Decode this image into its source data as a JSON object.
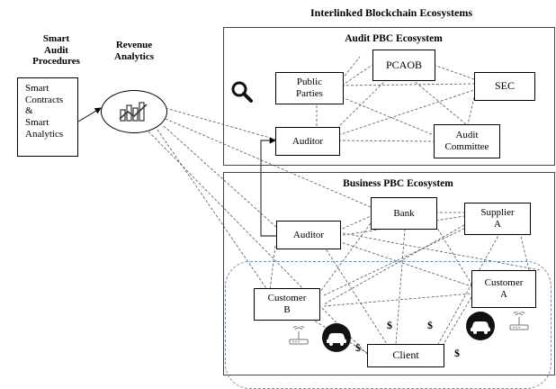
{
  "header": {
    "main_title": "Interlinked Blockchain Ecosystems",
    "left_title": "Smart\nAudit\nProcedures",
    "analytics_title": "Revenue\nAnalytics"
  },
  "smart_box": "Smart\nContracts\n&\nSmart\nAnalytics",
  "audit_panel": {
    "title": "Audit PBC Ecosystem",
    "nodes": {
      "pcaob": "PCAOB",
      "public": "Public\nParties",
      "sec": "SEC",
      "auditor": "Auditor",
      "committee": "Audit\nCommittee"
    }
  },
  "business_panel": {
    "title": "Business PBC Ecosystem",
    "nodes": {
      "bank": "Bank",
      "supplier": "Supplier\nA",
      "auditor": "Auditor",
      "customer_b": "Customer\nB",
      "customer_a": "Customer\nA",
      "client": "Client"
    }
  },
  "payment_symbol": "$",
  "icons": [
    "magnifier-icon",
    "analytics-chart-icon",
    "car-icon",
    "wireless-router-icon"
  ]
}
